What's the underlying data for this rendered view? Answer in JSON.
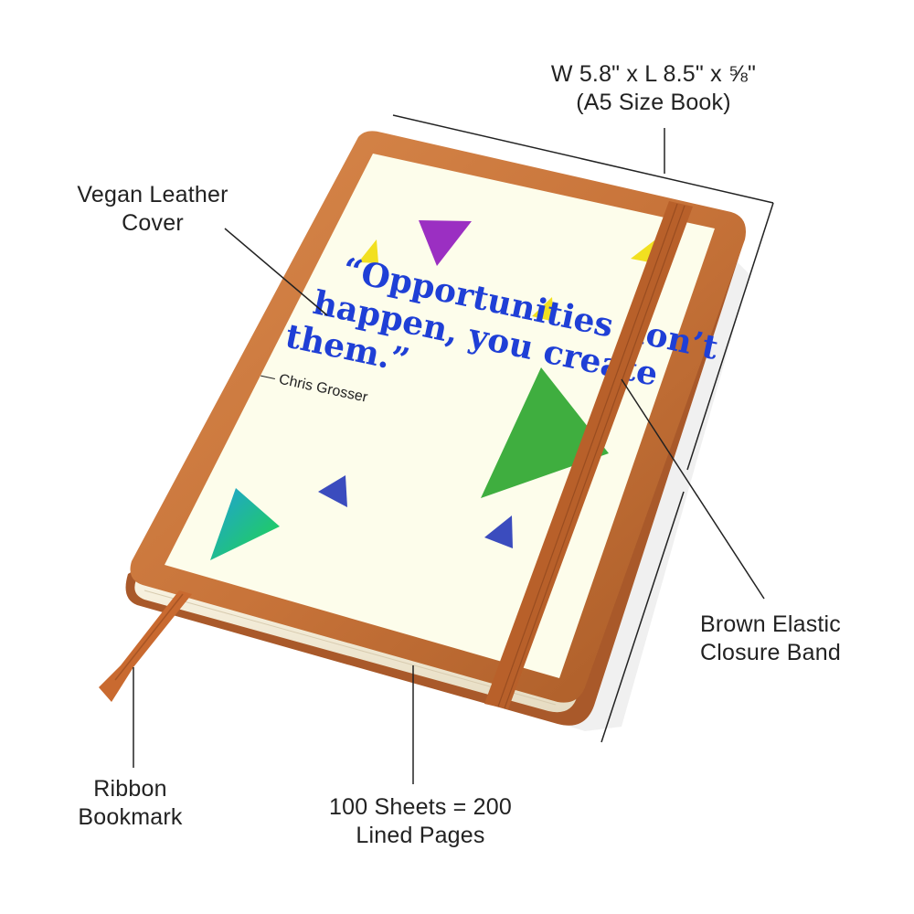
{
  "callouts": {
    "dimensions": {
      "line1": "W 5.8\" x L 8.5\" x ⅝\"",
      "line2": "(A5 Size Book)"
    },
    "cover": {
      "line1": "Vegan Leather",
      "line2": "Cover"
    },
    "band": {
      "line1": "Brown Elastic",
      "line2": "Closure Band"
    },
    "ribbon": {
      "line1": "Ribbon",
      "line2": "Bookmark"
    },
    "pages": {
      "line1": "100 Sheets = 200",
      "line2": "Lined Pages"
    }
  },
  "cover_art": {
    "quote_line1": "“Opportunities don’t",
    "quote_line2": "happen, you create",
    "quote_line3": "them.”",
    "author": "— Chris Grosser"
  },
  "colors": {
    "leather": "#c8743a",
    "cover_panel": "#fdfdeb",
    "quote_text": "#1f3fd6",
    "band": "#b8602a",
    "page_edges": "#f4efdc"
  }
}
